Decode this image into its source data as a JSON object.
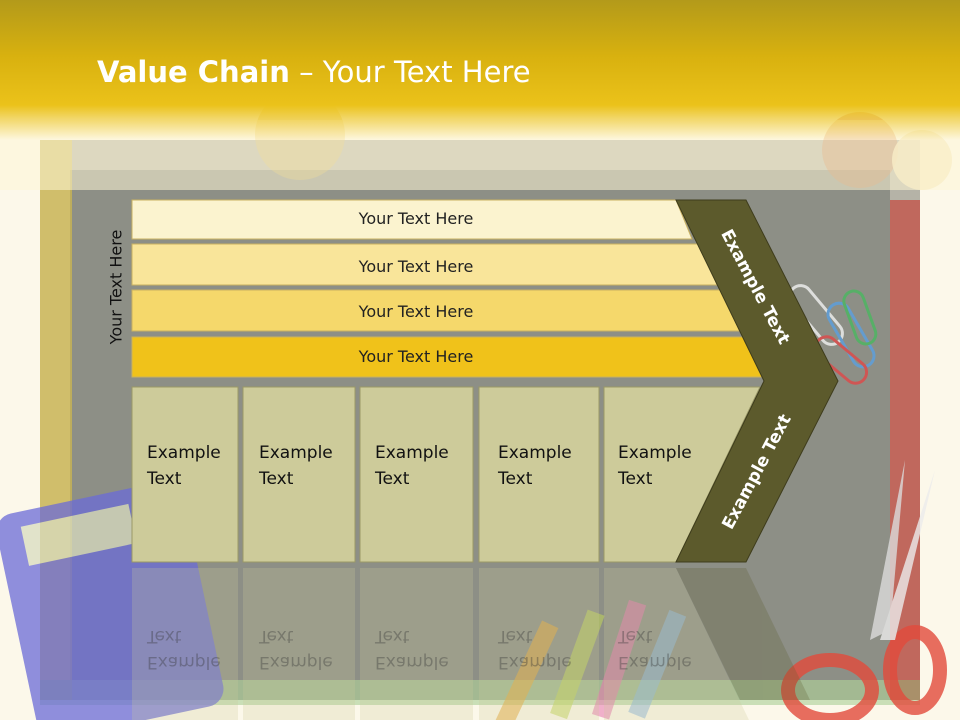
{
  "title": {
    "bold": "Value Chain",
    "rest": " – Your Text Here"
  },
  "side_label": "Your Text Here",
  "rows": [
    {
      "label": "Your Text Here",
      "color": "#fbf3cf"
    },
    {
      "label": "Your Text Here",
      "color": "#f9e59a"
    },
    {
      "label": "Your Text Here",
      "color": "#f5d86b"
    },
    {
      "label": "Your Text Here",
      "color": "#f0c21a"
    }
  ],
  "columns": [
    {
      "line1": "Example",
      "line2": "Text"
    },
    {
      "line1": "Example",
      "line2": "Text"
    },
    {
      "line1": "Example",
      "line2": "Text"
    },
    {
      "line1": "Example",
      "line2": "Text"
    },
    {
      "line1": "Example",
      "line2": "Text"
    }
  ],
  "arrow": {
    "top_label": "Example Text",
    "bottom_label": "Example Text",
    "color": "#5c5a2c"
  },
  "colors": {
    "column_fill": "#cdcb9a",
    "column_border": "#9a9866"
  }
}
